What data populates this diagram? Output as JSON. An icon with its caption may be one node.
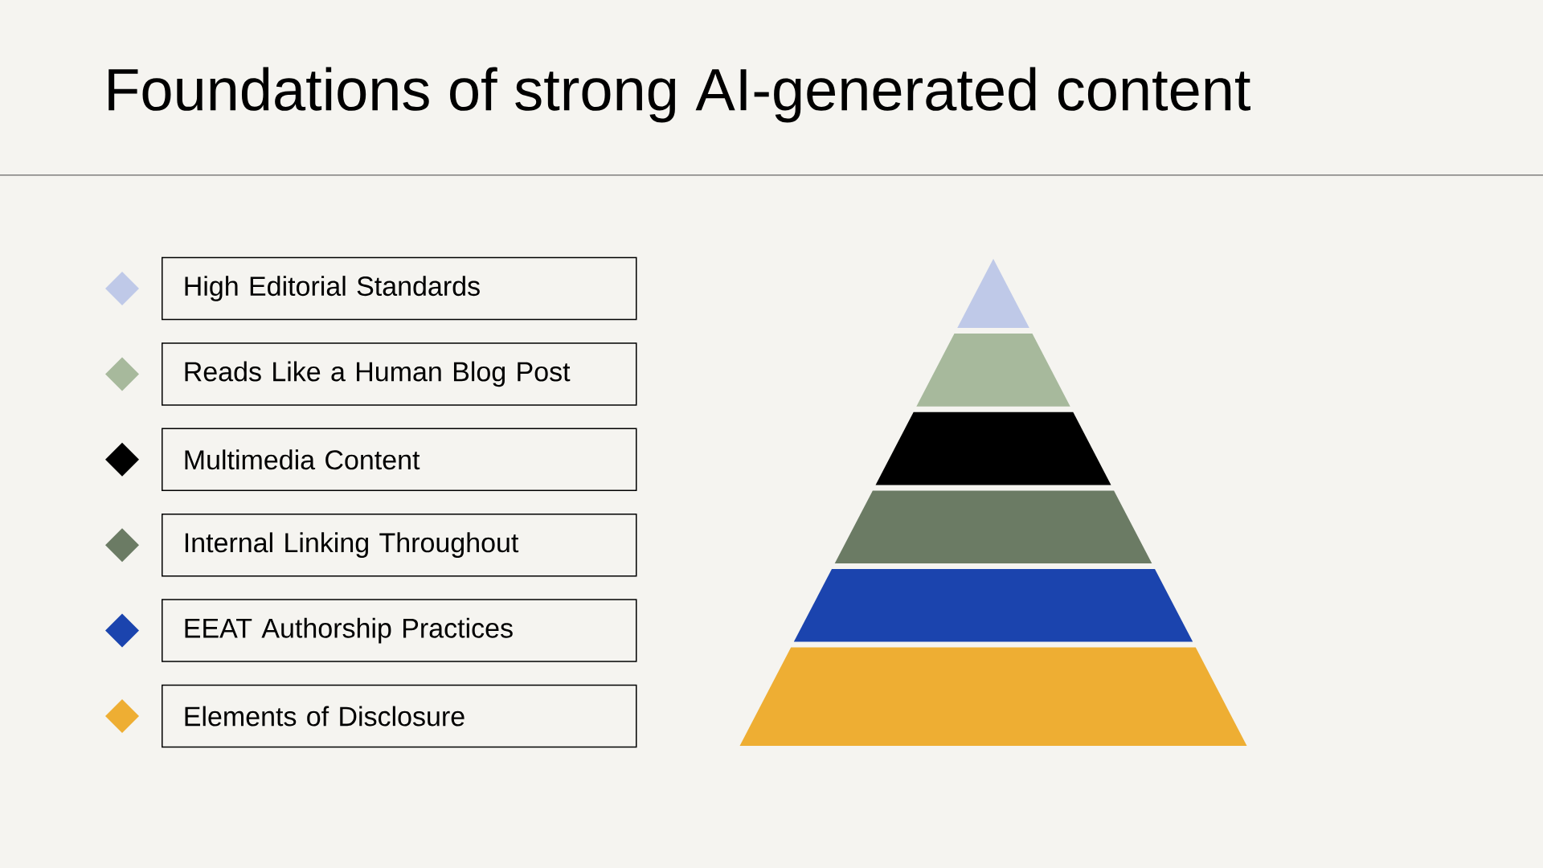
{
  "diagram": {
    "title": "Foundations of strong AI-generated content",
    "legend": [
      {
        "text": "High Editorial Standards",
        "color": "#bfc9e8"
      },
      {
        "text": "Reads Like a Human Blog Post",
        "color": "#a7b99c"
      },
      {
        "text": "Multimedia Content",
        "color": "#000000"
      },
      {
        "text": "Internal Linking Throughout",
        "color": "#6b7b64"
      },
      {
        "text": "EEAT Authorship Practices",
        "color": "#1b44ae"
      },
      {
        "text": "Elements of Disclosure",
        "color": "#eeae33"
      }
    ]
  }
}
